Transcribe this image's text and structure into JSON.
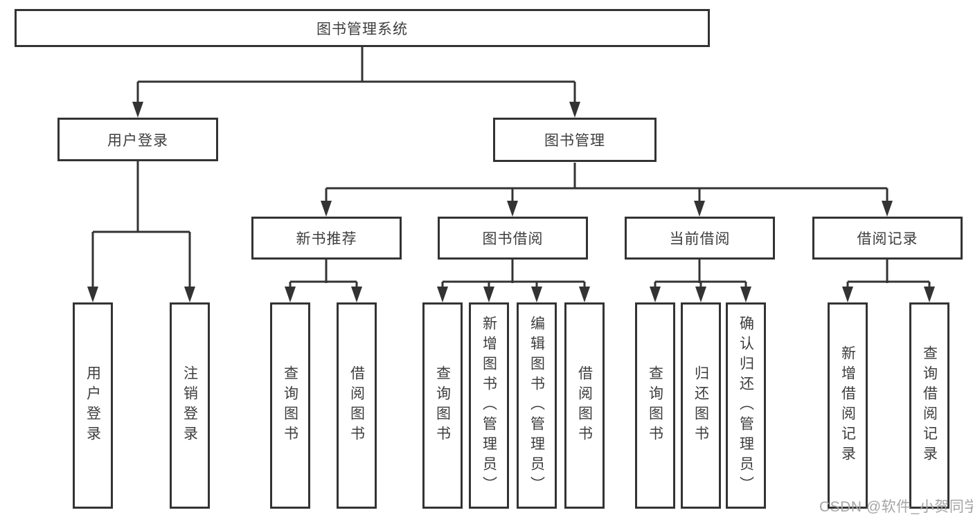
{
  "diagram": {
    "title": "图书管理系统",
    "tree": {
      "root_label": "图书管理系统",
      "branches": [
        {
          "label": "用户登录",
          "leaves": [
            "用户登录",
            "注销登录"
          ]
        },
        {
          "label": "图书管理",
          "groups": [
            {
              "label": "新书推荐",
              "leaves": [
                "查询图书",
                "借阅图书"
              ]
            },
            {
              "label": "图书借阅",
              "leaves": [
                "查询图书",
                "新增图书（管理员）",
                "编辑图书（管理员）",
                "借阅图书"
              ]
            },
            {
              "label": "当前借阅",
              "leaves": [
                "查询图书",
                "归还图书",
                "确认归还（管理员）"
              ]
            },
            {
              "label": "借阅记录",
              "leaves": [
                "新增借阅记录",
                "查询借阅记录"
              ]
            }
          ]
        }
      ]
    },
    "colors": {
      "line": "#333333",
      "box_border": "#333333",
      "text": "#3d3d3d",
      "background": "#ffffff",
      "watermark": "#a5a5a5"
    }
  },
  "watermark": {
    "text": "CSDN @软件_小贺同学"
  }
}
